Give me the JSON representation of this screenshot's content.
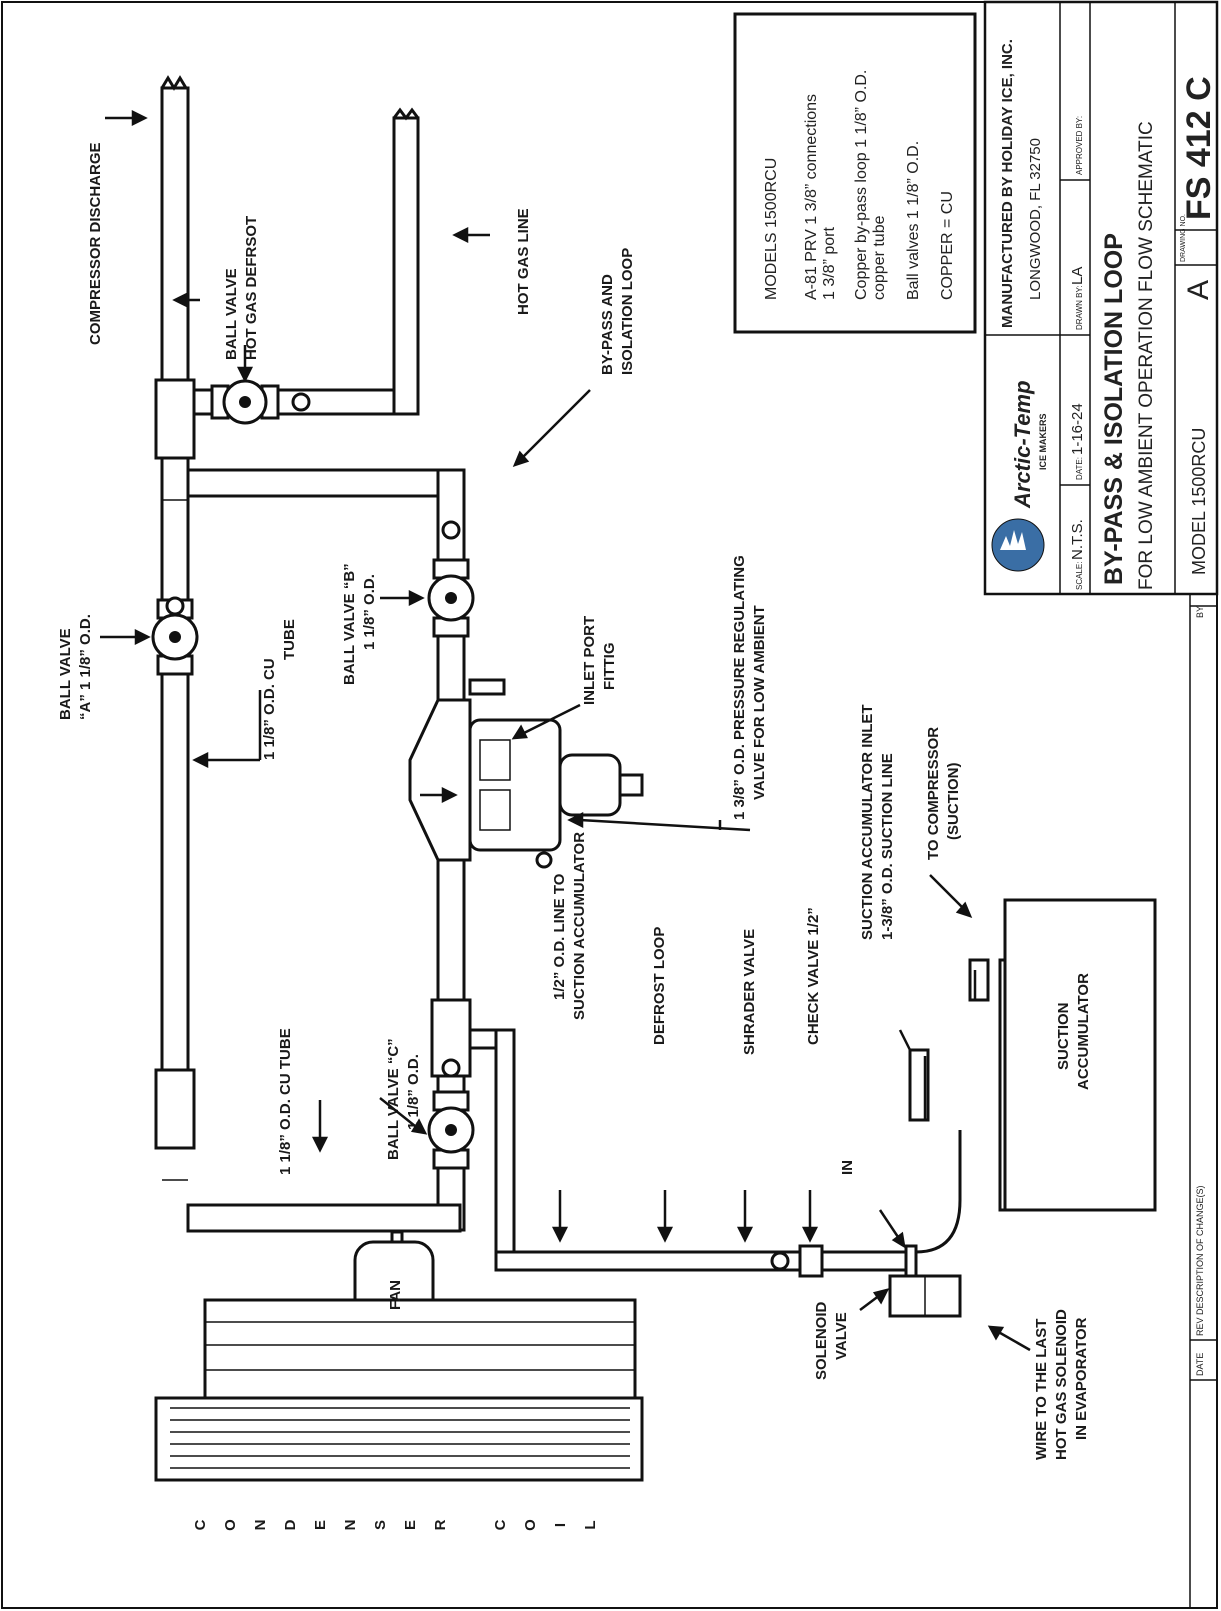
{
  "labels": {
    "compressor_discharge": "COMPRESSOR DISCHARGE",
    "ball_valve_hgd_1": "BALL VALVE",
    "ball_valve_hgd_2": "HOT GAS DEFRSOT",
    "hot_gas_line": "HOT GAS LINE",
    "bypass_loop_1": "BY-PASS AND",
    "bypass_loop_2": "ISOLATION LOOP",
    "ball_valve_a_1": "BALL VALVE",
    "ball_valve_a_2": "“A” 1 1/8” O.D.",
    "cu_tube_1": "1 1/8” O.D. CU",
    "cu_tube_2": "TUBE",
    "ball_valve_b_1": "BALL VALVE “B”",
    "ball_valve_b_2": "1 1/8” O.D.",
    "inlet_port_1": "INLET PORT",
    "inlet_port_2": "FITTIG",
    "prv_1": "1 3/8” O.D. PRESSURE REGULATING",
    "prv_2": "VALVE FOR LOW AMBIENT",
    "cu_tube_left": "1 1/8” O.D. CU TUBE",
    "ball_valve_c_1": "BALL VALVE “C”",
    "ball_valve_c_2": "1 1/8” O.D.",
    "half_line_1": "1/2” O.D. LINE TO",
    "half_line_2": "SUCTION ACCUMULATOR",
    "defrost_loop": "DEFROST LOOP",
    "shrader_valve": "SHRADER VALVE",
    "check_valve": "CHECK VALVE 1/2”",
    "in_label": "IN",
    "suction_inlet_1": "SUCTION ACCUMULATOR INLET",
    "suction_inlet_2": "1-3/8” O.D. SUCTION LINE",
    "to_compressor_1": "TO COMPRESSOR",
    "to_compressor_2": "(SUCTION)",
    "suction_acc_1": "SUCTION",
    "suction_acc_2": "ACCUMULATOR",
    "solenoid_1": "SOLENOID",
    "solenoid_2": "VALVE",
    "wire_1": "WIRE TO THE LAST",
    "wire_2": "HOT GAS SOLENOID",
    "wire_3": "IN EVAPORATOR",
    "fan": "FAN",
    "condenser_letters": [
      "C",
      "O",
      "N",
      "D",
      "E",
      "N",
      "S",
      "E",
      "R",
      "C",
      "O",
      "I",
      "L"
    ]
  },
  "notes": {
    "models": "MODELS 1500RCU",
    "prv_1": "A-81 PRV 1 3/8” connections",
    "prv_2": "1 3/8” port",
    "bypass_1": "Copper by-pass loop 1 1/8” O.D.",
    "bypass_2": "copper tube",
    "ball_valves": "Ball valves 1 1/8” O.D.",
    "copper": "COPPER = CU"
  },
  "title_block": {
    "brand": "Arctic-Temp",
    "brand_sub": "ICE MAKERS",
    "manufacturer": "MANUFACTURED BY HOLIDAY ICE, INC.",
    "location": "LONGWOOD, FL 32750",
    "scale_label": "SCALE:",
    "scale": "N.T.S.",
    "date_label": "DATE:",
    "date": "1-16-24",
    "drawn_label": "DRAWN BY:",
    "drawn": "LA",
    "approved_label": "APPROVED BY:",
    "title_1": "BY-PASS & ISOLATION LOOP",
    "title_2": "FOR LOW AMBIENT OPERATION FLOW SCHEMATIC",
    "model": "MODEL 1500RCU",
    "rev": "A",
    "drawing_no_label": "DRAWING NO.",
    "drawing_no": "FS 412 C",
    "rev_date": "DATE",
    "rev_rev": "REV",
    "rev_desc": "DESCRIPTION OF CHANGE(S)",
    "rev_by": "BY"
  }
}
